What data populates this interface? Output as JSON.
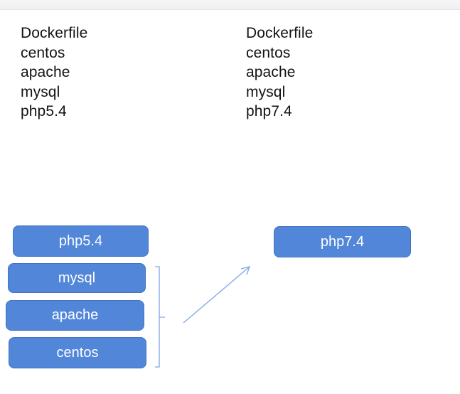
{
  "window": {
    "top_bar": ""
  },
  "text_columns": {
    "left": {
      "lines": [
        "Dockerfile",
        "centos",
        "apache",
        "mysql",
        "php5.4"
      ]
    },
    "right": {
      "lines": [
        "Dockerfile",
        "centos",
        "apache",
        "mysql",
        "php7.4"
      ]
    }
  },
  "diagram": {
    "boxes": [
      {
        "label": "php5.4"
      },
      {
        "label": "mysql"
      },
      {
        "label": "apache"
      },
      {
        "label": "centos"
      }
    ],
    "right_box": {
      "label": "php7.4"
    },
    "icons": {
      "bracket_icon": "right-square-bracket",
      "arrow_icon": "up-right-open-arrow"
    }
  },
  "colors": {
    "box_fill": "#5186d8",
    "box_border": "#4273c4",
    "box_text": "#ffffff",
    "connector_blue": "#7fa6e4",
    "body_text": "#131313",
    "top_bar_bg": "#f2f2f4"
  }
}
